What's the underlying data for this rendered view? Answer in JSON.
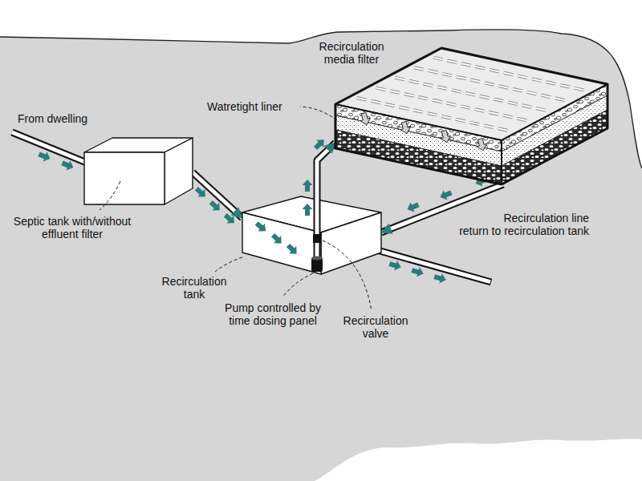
{
  "diagram": {
    "nodes": [
      {
        "text": [
          "Septic tank with/without effluent filter"
        ]
      },
      {
        "text": [
          "Recirculation tank"
        ]
      },
      {
        "text": [
          "Recirculation media filter"
        ]
      }
    ],
    "edges": [
      {
        "from": 0,
        "to": 1,
        "arrow": "to"
      },
      {
        "from": 1,
        "to": 2,
        "arrow": "to"
      },
      {
        "from": 2,
        "to": 1,
        "arrow": "to"
      }
    ],
    "labels": [
      "From dwelling",
      "Watretight liner",
      "Pump controlled by time dosing panel",
      "Recirculation valve",
      "Recirculation line return to recirculation tank"
    ]
  }
}
